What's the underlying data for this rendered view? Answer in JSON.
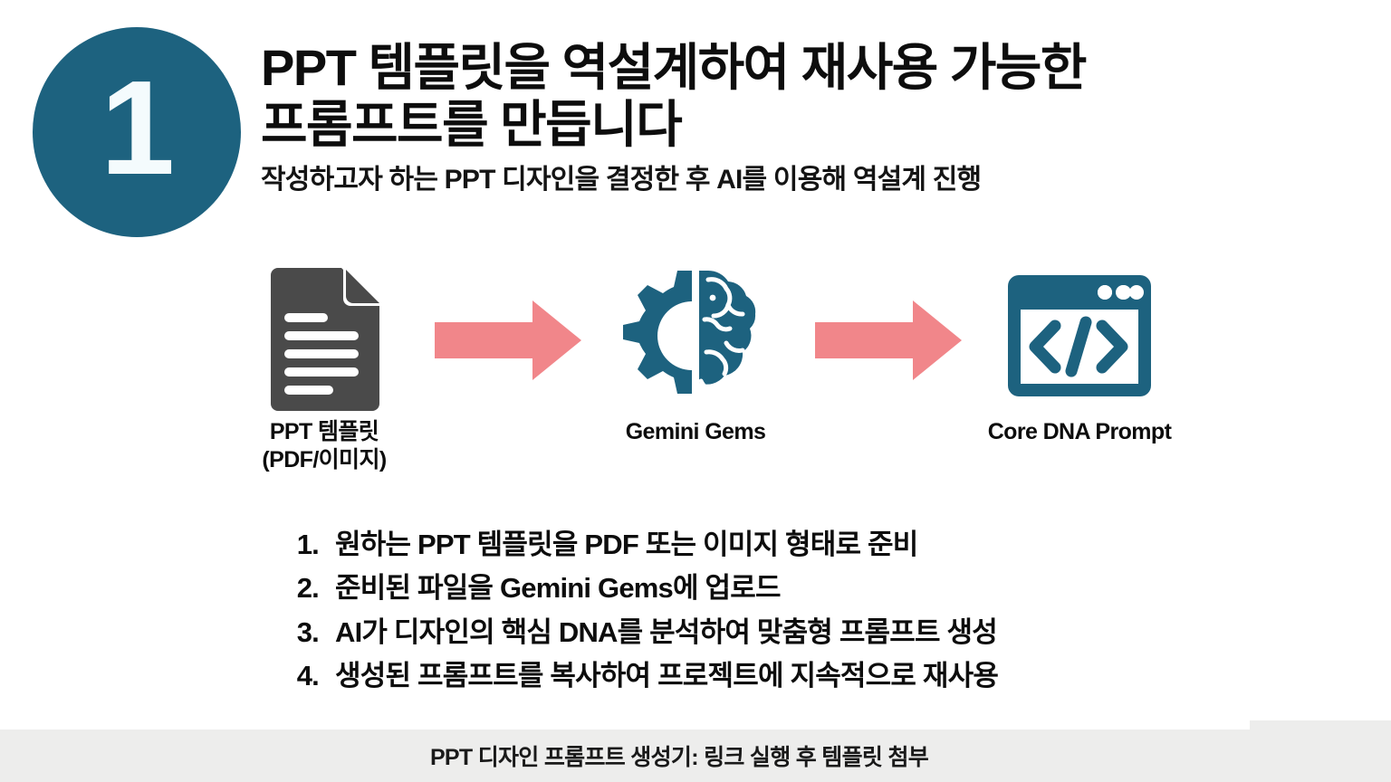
{
  "slide": {
    "step_number": "1",
    "title_lines": [
      "PPT 템플릿을 역설계하여 재사용 가능한",
      "프롬프트를 만듭니다"
    ],
    "subtitle": "작성하고자 하는 PPT 디자인을 결정한 후 AI를 이용해 역설계 진행"
  },
  "flow": {
    "nodes": [
      {
        "icon": "document-icon",
        "label": "PPT 템플릿\n(PDF/이미지)"
      },
      {
        "icon": "gear-brain-icon",
        "label": "Gemini Gems"
      },
      {
        "icon": "code-window-icon",
        "label": "Core DNA Prompt"
      }
    ],
    "arrows": [
      {
        "icon": "right-arrow-icon"
      },
      {
        "icon": "right-arrow-icon"
      }
    ]
  },
  "steps": [
    {
      "number": "1.",
      "text": "원하는 PPT 템플릿을 PDF 또는 이미지 형태로 준비"
    },
    {
      "number": "2.",
      "text": "준비된 파일을 Gemini Gems에 업로드"
    },
    {
      "number": "3.",
      "text": "AI가 디자인의 핵심 DNA를 분석하여 맞춤형 프롬프트 생성"
    },
    {
      "number": "4.",
      "text": "생성된 프롬프트를 복사하여 프로젝트에 지속적으로 재사용"
    }
  ],
  "caption": {
    "text": "PPT 디자인 프롬프트 생성기: 링크 실행 후 템플릿 첨부"
  },
  "colors": {
    "badge_blue": "#1d627f",
    "icon_blue": "#1d627f",
    "arrow_salmon": "#f1868a",
    "document_gray": "#4a4a4a",
    "caption_bar": "#ededec",
    "text_dark": "#0d0d0d"
  }
}
